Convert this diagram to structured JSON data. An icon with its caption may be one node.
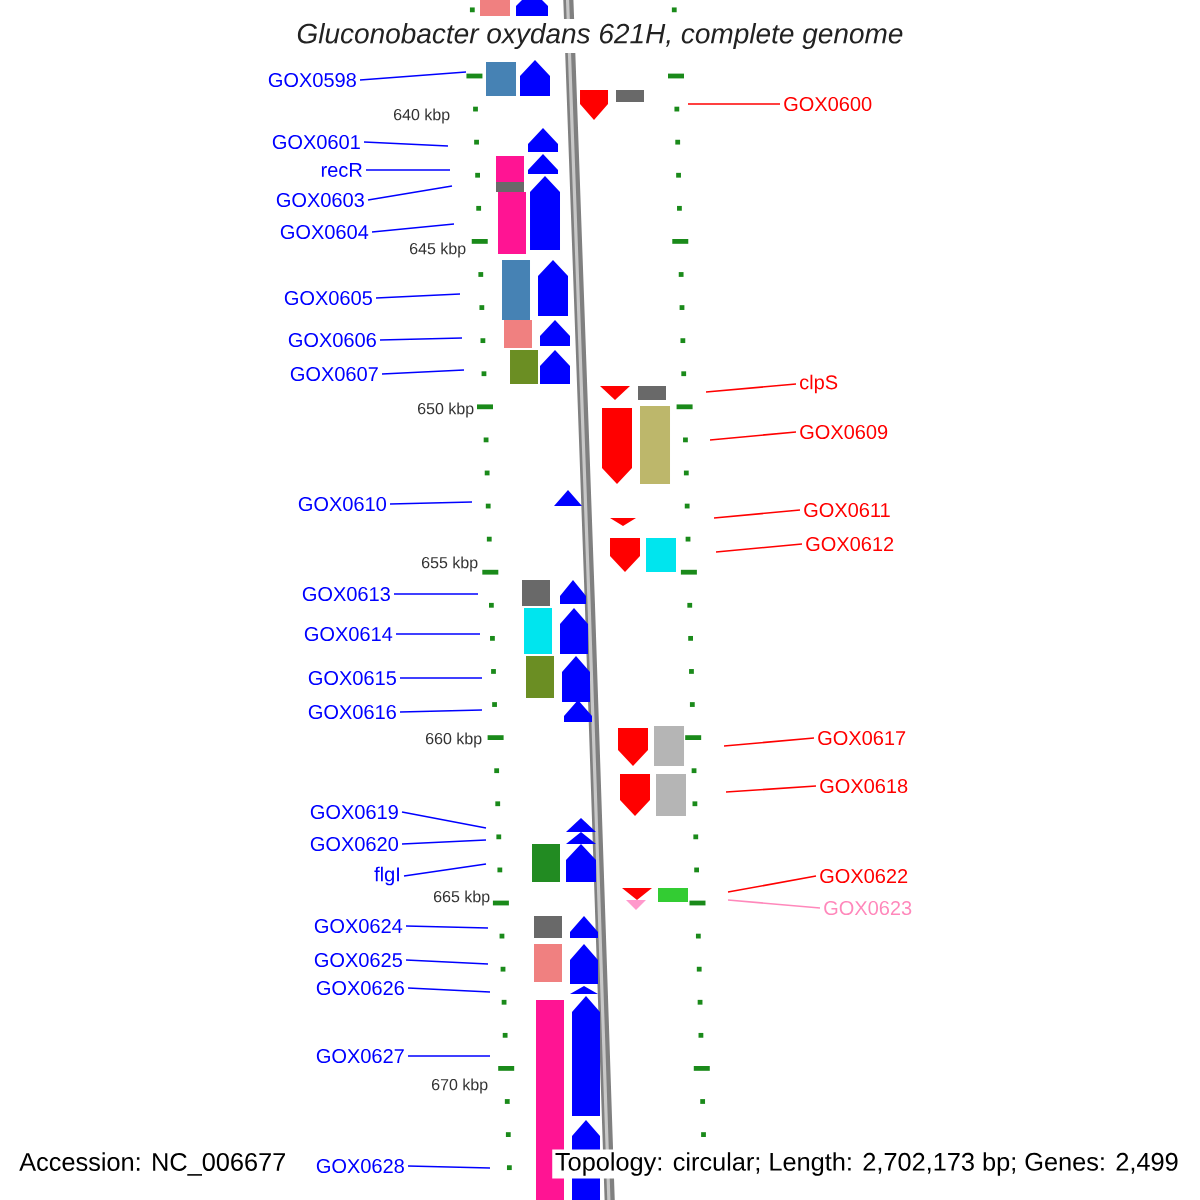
{
  "diagram": {
    "title": "Gluconobacter oxydans 621H, complete genome",
    "nodes": [
      {
        "text": [
          "GOX0598"
        ]
      },
      {
        "text": [
          "GOX0600"
        ]
      },
      {
        "text": [
          "GOX0601"
        ]
      },
      {
        "text": [
          "recR"
        ]
      },
      {
        "text": [
          "GOX0603"
        ]
      },
      {
        "text": [
          "GOX0604"
        ]
      },
      {
        "text": [
          "GOX0605"
        ]
      },
      {
        "text": [
          "GOX0606"
        ]
      },
      {
        "text": [
          "GOX0607"
        ]
      },
      {
        "text": [
          "clpS"
        ]
      },
      {
        "text": [
          "GOX0609"
        ]
      },
      {
        "text": [
          "GOX0610"
        ]
      },
      {
        "text": [
          "GOX0611"
        ]
      },
      {
        "text": [
          "GOX0612"
        ]
      },
      {
        "text": [
          "GOX0613"
        ]
      },
      {
        "text": [
          "GOX0614"
        ]
      },
      {
        "text": [
          "GOX0615"
        ]
      },
      {
        "text": [
          "GOX0616"
        ]
      },
      {
        "text": [
          "GOX0617"
        ]
      },
      {
        "text": [
          "GOX0618"
        ]
      },
      {
        "text": [
          "GOX0619"
        ]
      },
      {
        "text": [
          "GOX0620"
        ]
      },
      {
        "text": [
          "flgI"
        ]
      },
      {
        "text": [
          "GOX0622"
        ]
      },
      {
        "text": [
          "GOX0623"
        ]
      },
      {
        "text": [
          "GOX0624"
        ]
      },
      {
        "text": [
          "GOX0625"
        ]
      },
      {
        "text": [
          "GOX0626"
        ]
      },
      {
        "text": [
          "GOX0627"
        ]
      },
      {
        "text": [
          "GOX0628"
        ]
      }
    ],
    "edges": [
      {
        "from": 0,
        "to": null,
        "arrow": "none"
      },
      {
        "from": 1,
        "to": null,
        "arrow": "none",
        "color": "#ff0000"
      },
      {
        "from": 2,
        "to": null,
        "arrow": "none"
      },
      {
        "from": 3,
        "to": null,
        "arrow": "none"
      },
      {
        "from": 4,
        "to": null,
        "arrow": "none"
      },
      {
        "from": 5,
        "to": null,
        "arrow": "none"
      },
      {
        "from": 6,
        "to": null,
        "arrow": "none"
      },
      {
        "from": 7,
        "to": null,
        "arrow": "none"
      },
      {
        "from": 8,
        "to": null,
        "arrow": "none"
      },
      {
        "from": 9,
        "to": null,
        "arrow": "none",
        "color": "#ff0000"
      },
      {
        "from": 10,
        "to": null,
        "arrow": "none",
        "color": "#ff0000"
      },
      {
        "from": 11,
        "to": null,
        "arrow": "none"
      },
      {
        "from": 12,
        "to": null,
        "arrow": "none",
        "color": "#ff0000"
      },
      {
        "from": 13,
        "to": null,
        "arrow": "none",
        "color": "#ff0000"
      },
      {
        "from": 14,
        "to": null,
        "arrow": "none"
      },
      {
        "from": 15,
        "to": null,
        "arrow": "none"
      },
      {
        "from": 16,
        "to": null,
        "arrow": "none"
      },
      {
        "from": 17,
        "to": null,
        "arrow": "none"
      },
      {
        "from": 18,
        "to": null,
        "arrow": "none",
        "color": "#ff0000"
      },
      {
        "from": 19,
        "to": null,
        "arrow": "none",
        "color": "#ff0000"
      },
      {
        "from": 20,
        "to": null,
        "arrow": "none"
      },
      {
        "from": 21,
        "to": null,
        "arrow": "none"
      },
      {
        "from": 22,
        "to": null,
        "arrow": "none"
      },
      {
        "from": 23,
        "to": null,
        "arrow": "none",
        "color": "#ff0000"
      },
      {
        "from": 24,
        "to": null,
        "arrow": "none",
        "color": "#ff88bb"
      },
      {
        "from": 25,
        "to": null,
        "arrow": "none"
      },
      {
        "from": 26,
        "to": null,
        "arrow": "none"
      },
      {
        "from": 27,
        "to": null,
        "arrow": "none"
      },
      {
        "from": 28,
        "to": null,
        "arrow": "none"
      },
      {
        "from": 29,
        "to": null,
        "arrow": "none"
      }
    ],
    "labels": [
      "640 kbp",
      "645 kbp",
      "650 kbp",
      "655 kbp",
      "660 kbp",
      "665 kbp",
      "670 kbp",
      "Accession: NC_006677",
      "Topology: circular; Length: 2,702,173 bp; Genes: 2,499"
    ]
  }
}
